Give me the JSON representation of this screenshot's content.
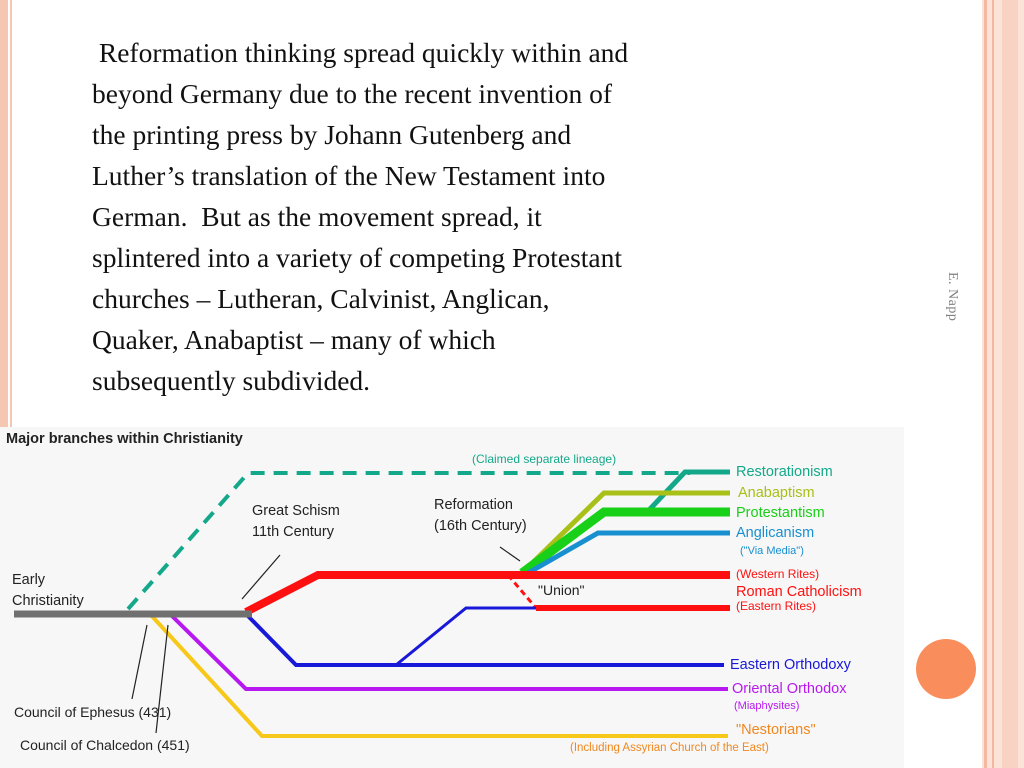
{
  "paragraph": {
    "lines": [
      " Reformation thinking spread quickly within and",
      "beyond Germany due to the recent invention of",
      "the printing press by Johann Gutenberg and",
      "Luther’s translation of the New Testament into",
      "German.  But as the movement spread, it",
      "splintered into a variety of competing Protestant",
      "churches – Lutheran, Calvinist, Anglican,",
      "Quaker, Anabaptist – many of which",
      "subsequently subdivided."
    ]
  },
  "author": "E. Napp",
  "diagram": {
    "title": "Major branches within Christianity",
    "labels": {
      "early": [
        "Early",
        "Christianity"
      ],
      "schism": [
        "Great Schism",
        "11th Century"
      ],
      "reformation": [
        "Reformation",
        "(16th Century)"
      ],
      "claimed": "(Claimed separate lineage)",
      "union": "\"Union\"",
      "ephesus": "Council of Ephesus (431)",
      "chalcedon": "Council of Chalcedon (451)"
    },
    "branches": {
      "restorationism": "Restorationism",
      "anabaptism": "Anabaptism",
      "protestantism": "Protestantism",
      "anglicanism": "Anglicanism",
      "via_media": "(\"Via Media\")",
      "western_rites": "(Western Rites)",
      "roman_catholicism": "Roman Catholicism",
      "eastern_rites": "(Eastern Rites)",
      "eastern_orthodoxy": "Eastern Orthodoxy",
      "oriental_orthodox": "Oriental Orthodox",
      "miaphysites": "(Miaphysites)",
      "nestorians": "\"Nestorians\"",
      "assyrian": "(Including Assyrian Church of the East)"
    },
    "colors": {
      "early": "#707070",
      "restorationism": "#14a88a",
      "anabaptism": "#a8c018",
      "protestantism": "#18d018",
      "anglicanism": "#1890d0",
      "catholic": "#ff1010",
      "eastern_orthodoxy": "#1818d8",
      "oriental_orthodox": "#b818f0",
      "nestorians": "#f8c818",
      "text_orange": "#f08820"
    }
  }
}
